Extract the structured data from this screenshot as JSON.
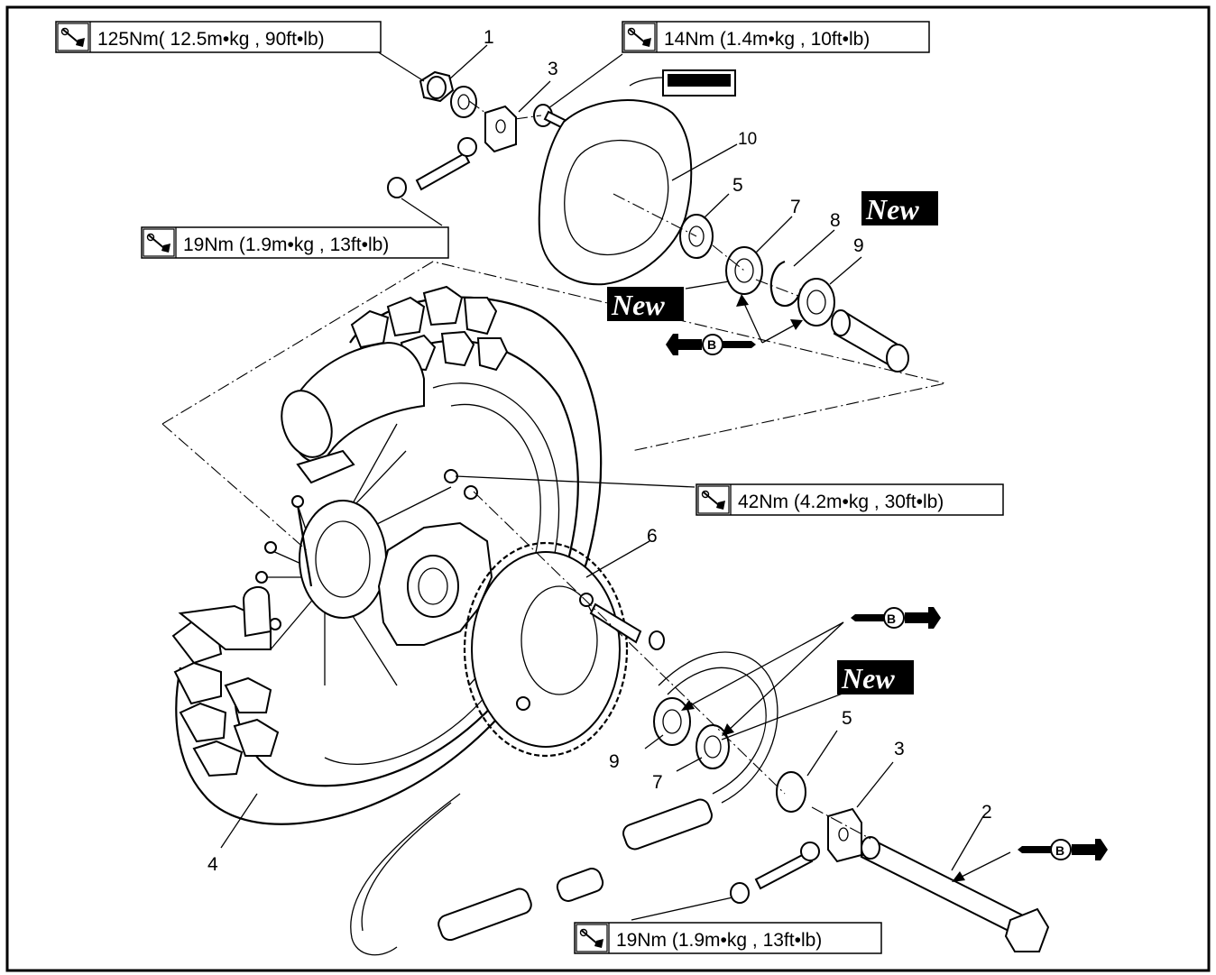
{
  "torque_specs": [
    {
      "id": "t1",
      "text": "125Nm( 12.5m•kg , 90ft•lb)"
    },
    {
      "id": "t2",
      "text": "14Nm (1.4m•kg , 10ft•lb)"
    },
    {
      "id": "t3",
      "text": "19Nm (1.9m•kg , 13ft•lb)"
    },
    {
      "id": "t4",
      "text": "42Nm (4.2m•kg , 30ft•lb)"
    },
    {
      "id": "t5",
      "text": "19Nm (1.9m•kg , 13ft•lb)"
    }
  ],
  "callouts": {
    "c1": "1",
    "c3a": "3",
    "c10": "10",
    "c5a": "5",
    "c7a": "7",
    "c8": "8",
    "c9a": "9",
    "c6": "6",
    "c9b": "9",
    "c7b": "7",
    "c5b": "5",
    "c3b": "3",
    "c2": "2",
    "c4": "4"
  },
  "new_label": "New",
  "grease_letter": "B"
}
